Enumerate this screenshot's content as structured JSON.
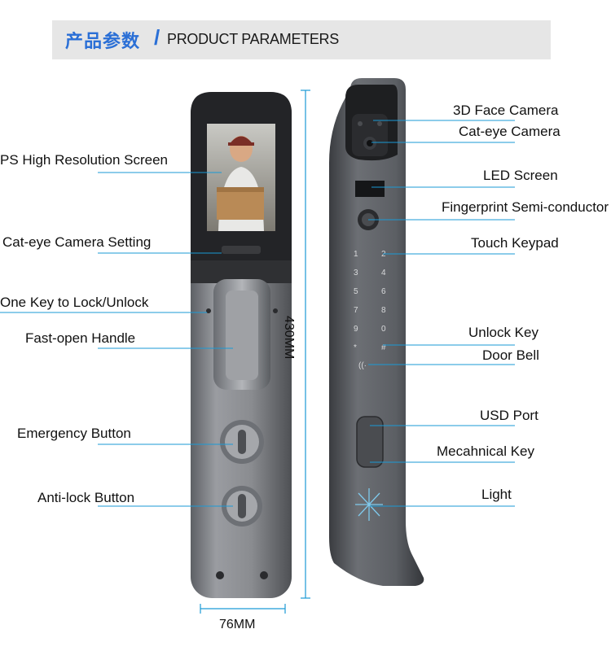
{
  "header": {
    "title_cn": "产品参数",
    "separator": "/",
    "title_en": "PRODUCT PARAMETERS"
  },
  "front_labels": {
    "screen": "PS High Resolution Screen",
    "cat_eye_setting": "Cat-eye Camera Setting",
    "one_key": "One Key to Lock/Unlock",
    "handle": "Fast-open Handle",
    "emergency": "Emergency Button",
    "anti_lock": "Anti-lock Button"
  },
  "back_labels": {
    "face_camera": "3D Face Camera",
    "cat_eye_camera": "Cat-eye Camera",
    "led_screen": "LED Screen",
    "fingerprint": "Fingerprint Semi-conductor",
    "keypad": "Touch Keypad",
    "unlock_key": "Unlock Key",
    "door_bell": "Door Bell",
    "usd_port": "USD Port",
    "mech_key": "Mecahnical Key",
    "light": "Light"
  },
  "dimensions": {
    "height": "430MM",
    "width": "76MM"
  },
  "keypad_keys": [
    "1",
    "2",
    "3",
    "4",
    "5",
    "6",
    "7",
    "8",
    "9",
    "0",
    "*",
    "#"
  ],
  "colors": {
    "accent": "#2a6fd6",
    "leader_line": "#1a9ad6",
    "body_dark": "#2b2d30",
    "body_metal": "#8e9095"
  }
}
